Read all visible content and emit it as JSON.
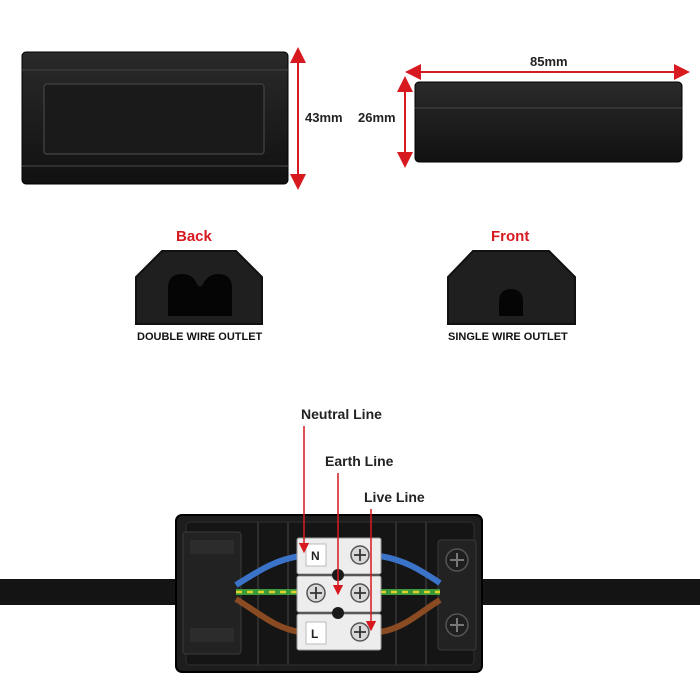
{
  "dimensions": {
    "height_tall": "43mm",
    "height_short": "26mm",
    "length": "85mm"
  },
  "views": {
    "back": {
      "title": "Back",
      "caption": "DOUBLE WIRE OUTLET"
    },
    "front": {
      "title": "Front",
      "caption": "SINGLE WIRE OUTLET"
    }
  },
  "wiring": {
    "neutral": "Neutral Line",
    "earth": "Earth Line",
    "live": "Live Line",
    "terminal_n": "N",
    "terminal_l": "L"
  },
  "colors": {
    "accent_red": "#d71920",
    "box_black": "#1b1b1b",
    "neutral_wire": "#3b73c9",
    "earth_wire_green": "#3a9a3a",
    "earth_wire_yellow": "#e3cf2b",
    "live_wire": "#8a4b22"
  },
  "icons": [
    "dimension-arrow-icon",
    "screw-icon",
    "wire-outlet-icon"
  ]
}
